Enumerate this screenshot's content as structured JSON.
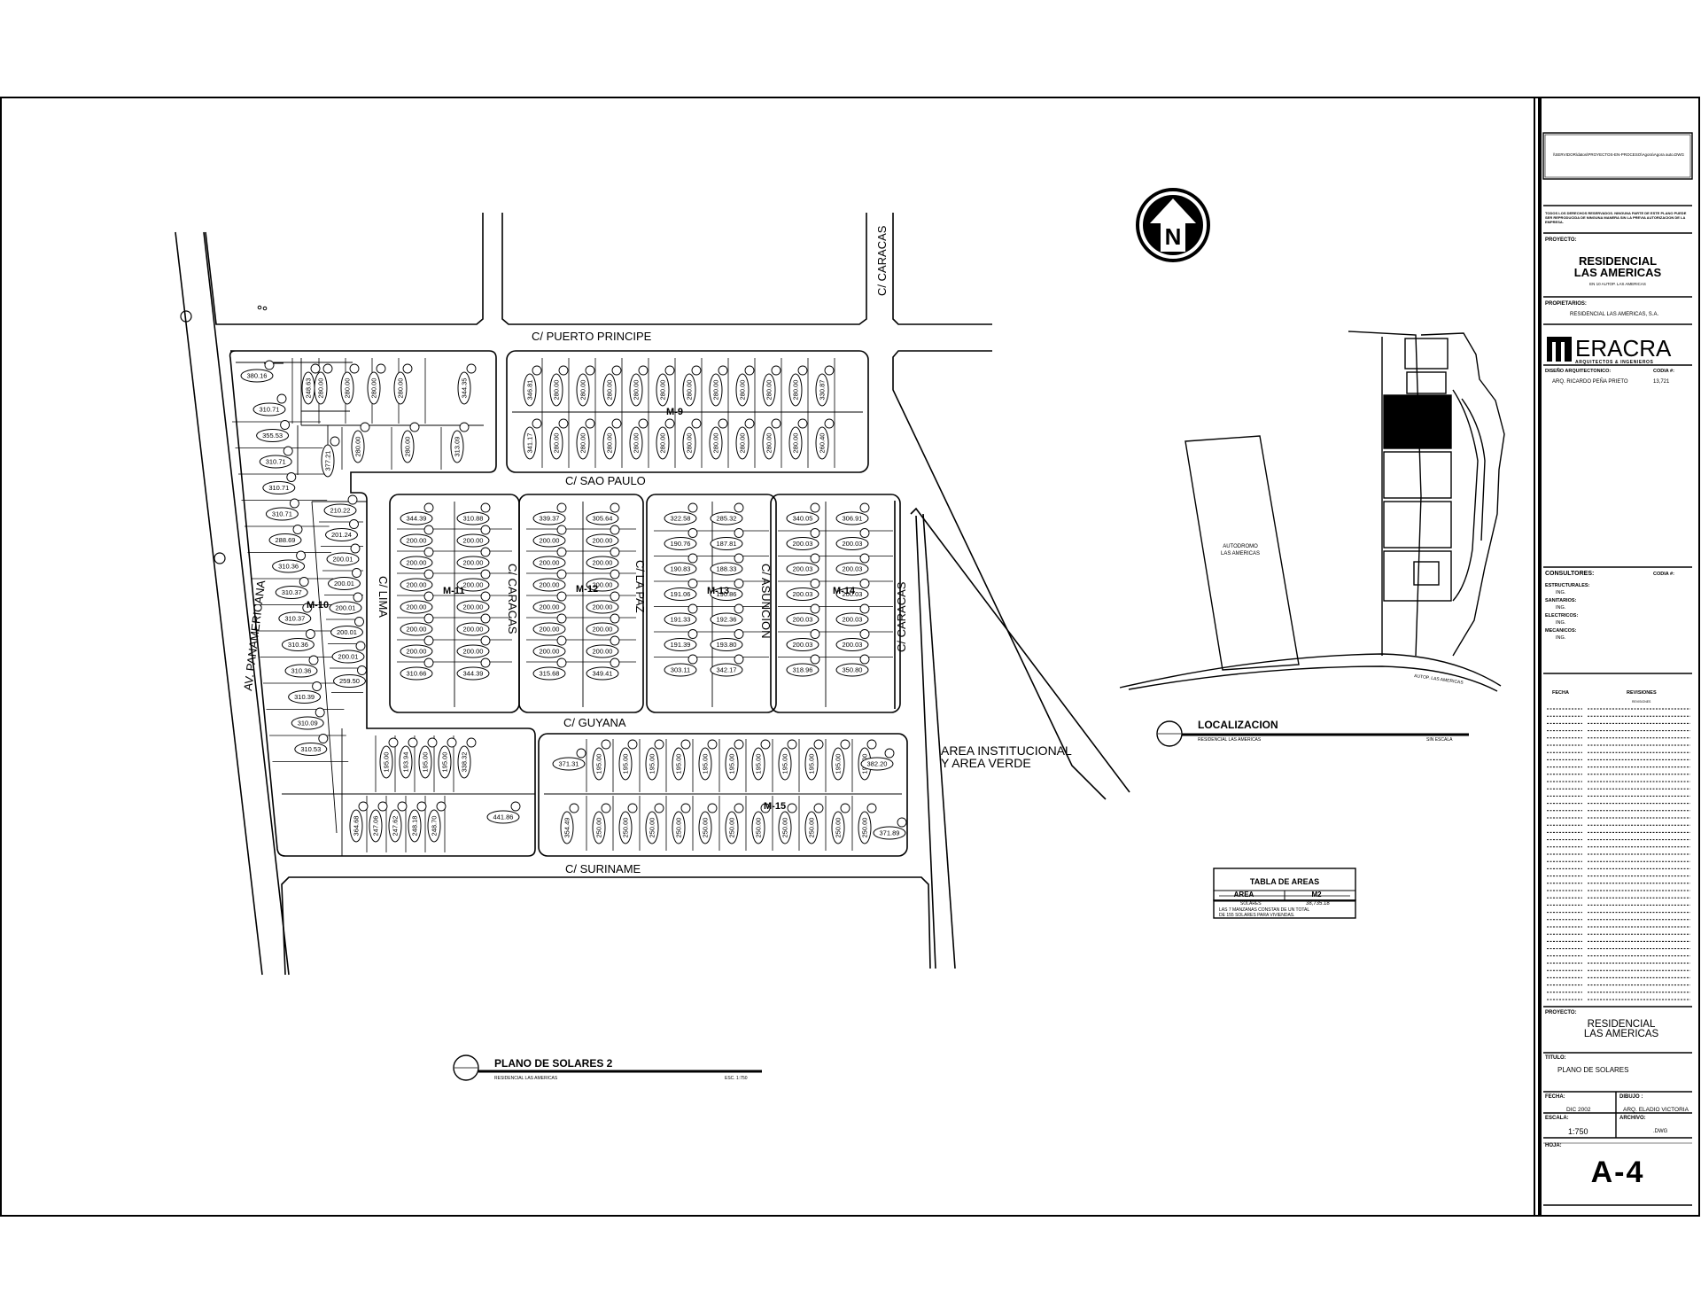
{
  "plan": {
    "streets": {
      "puerto_principe": "C/ PUERTO PRINCIPE",
      "sao_paulo": "C/ SAO PAULO",
      "guyana": "C/ GUYANA",
      "suriname": "C/ SURINAME",
      "caracas_top": "C/ CARACAS",
      "caracas_mid": "C/ CARACAS",
      "caracas_right": "C/ CARACAS",
      "lima": "C/ LIMA",
      "la_paz": "C/ LA PAZ",
      "asuncion": "C/ ASUNCION",
      "panamericana": "AV. PANAMERICANA"
    },
    "area_note": [
      "AREA INSTITUCIONAL",
      "Y AREA VERDE"
    ],
    "north_letter": "N",
    "blocks": {
      "m9": "M-9",
      "m10": "M-10",
      "m11": "M-11",
      "m12": "M-12",
      "m13": "M-13",
      "m14": "M-14",
      "m15": "M-15"
    },
    "lots": {
      "m9_top": [
        "346.81",
        "280.00",
        "280.00",
        "280.00",
        "280.00",
        "280.00",
        "280.00",
        "280.00",
        "280.00",
        "280.00",
        "280.00",
        "330.87"
      ],
      "m9_bottom": [
        "341.17",
        "280.00",
        "280.00",
        "280.00",
        "280.00",
        "280.00",
        "280.00",
        "280.00",
        "280.00",
        "280.00",
        "280.00",
        "260.40"
      ],
      "m10_left": [
        "380.16",
        "310.71",
        "355.53",
        "310.71",
        "310.71",
        "310.71",
        "288.69",
        "310.36",
        "310.37",
        "310.37",
        "310.36",
        "310.36",
        "310.39",
        "310.09",
        "310.53"
      ],
      "m10_top": [
        "248.63",
        "280.00",
        "280.00",
        "280.00",
        "280.00",
        "344.35"
      ],
      "m10_mid": [
        "377.21",
        "280.00",
        "280.00",
        "313.09"
      ],
      "m10_right": [
        "210.22",
        "201.24",
        "200.01",
        "200.01",
        "200.01",
        "200.01",
        "200.01",
        "259.50"
      ],
      "m11": [
        "344.39",
        "310.88",
        "200.00",
        "200.00",
        "200.00",
        "200.00",
        "200.00",
        "200.00",
        "200.00",
        "200.00",
        "200.00",
        "200.00",
        "200.00",
        "200.00",
        "310.66",
        "344.39"
      ],
      "m12": [
        "339.37",
        "305.64",
        "200.00",
        "200.00",
        "200.00",
        "200.00",
        "200.00",
        "200.00",
        "200.00",
        "200.00",
        "200.00",
        "200.00",
        "200.00",
        "200.00",
        "315.68",
        "349.41"
      ],
      "m13": [
        "322.58",
        "285.32",
        "190.76",
        "187.81",
        "190.83",
        "188.33",
        "191.06",
        "190.86",
        "191.33",
        "192.36",
        "191.39",
        "193.80",
        "303.11",
        "342.17"
      ],
      "m14": [
        "340.05",
        "306.91",
        "200.03",
        "200.03",
        "200.03",
        "200.03",
        "200.03",
        "200.03",
        "200.03",
        "200.03",
        "200.03",
        "200.03",
        "318.96",
        "350.80"
      ],
      "m10_bottom_top": [
        "195.00",
        "193.94",
        "195.00",
        "195.00",
        "338.32"
      ],
      "m10_bottom_bot": [
        "364.68",
        "247.06",
        "247.62",
        "248.18",
        "248.70",
        "441.86"
      ],
      "m15_top": [
        "371.31",
        "195.00",
        "195.00",
        "195.00",
        "195.00",
        "195.00",
        "195.00",
        "195.00",
        "195.00",
        "195.00",
        "195.00",
        "195.00",
        "382.20"
      ],
      "m15_bot": [
        "354.49",
        "250.00",
        "250.00",
        "250.00",
        "250.00",
        "250.00",
        "250.00",
        "250.00",
        "250.00",
        "250.00",
        "250.00",
        "250.00",
        "371.89"
      ]
    },
    "plan_title": "PLANO DE SOLARES 2",
    "plan_sub": "RESIDENCIAL LAS AMERICAS",
    "plan_scale": "ESC. 1:750"
  },
  "location": {
    "title": "LOCALIZACION",
    "sub": "RESIDENCIAL LAS AMERICAS",
    "scale": "SIN ESCALA",
    "autodromo": [
      "AUTODROMO",
      "LAS AMERICAS"
    ],
    "road": "AUTOP. LAS AMERICAS"
  },
  "areas_table": {
    "title": "TABLA DE AREAS",
    "col_area": "AREA",
    "col_m2": "M2",
    "row_label": "SOLARES",
    "row_value": "38,735.18",
    "note": [
      "LAS 7 MANZANAS CONSTAN DE UN TOTAL",
      "DE 155 SOLARES PARA VIVIENDAS."
    ]
  },
  "title_block": {
    "file_path": "\\\\SERVIDOR\\datos\\PROYECTOS-EN-PROCESO\\Agora\\Agora auto.DWG",
    "notice": [
      "TODOS LOS DERECHOS RESERVADOS. NINGUNA PARTE DE ESTE PLANO PUEDE",
      "SER REPRODUCIDA DE NINGUNA MANERA SIN LA PREVIA AUTORIZACION DE LA",
      "EMPRESA."
    ],
    "proyecto_label": "PROYECTO:",
    "project_name": [
      "RESIDENCIAL",
      "LAS AMERICAS"
    ],
    "project_location": "EN 10 AUTOP. LAS AMERICAS",
    "propietarios_label": "PROPIETARIOS:",
    "owner": "RESIDENCIAL LAS AMERICAS, S.A.",
    "logo": "ERACRA",
    "logo_sub": "ARQUITECTOS & INGENIEROS",
    "diseno_label": "DISEÑO ARQUITECTONICO:",
    "codia_label": "CODIA #:",
    "architect": "ARQ. RICARDO PEÑA PRIETO",
    "codia": "13,721",
    "consultores_label": "CONSULTORES:",
    "consultores_codia": "CODIA #:",
    "consultants": [
      {
        "label": "ESTRUCTURALES:",
        "value": "ING."
      },
      {
        "label": "SANITARIOS:",
        "value": "ING."
      },
      {
        "label": "ELECTRICOS:",
        "value": "ING."
      },
      {
        "label": "MECANICOS:",
        "value": "ING."
      }
    ],
    "fecha_col": "FECHA",
    "revisiones_col": "REVISIONES",
    "revisiones_sub": "REVISIONES",
    "proyecto_label_2": "PROYECTO:",
    "project_name_2": [
      "RESIDENCIAL",
      "LAS AMERICAS"
    ],
    "titulo_label": "TITULO:",
    "titulo": "PLANO DE SOLARES",
    "fecha_label": "FECHA:",
    "fecha": "DIC 2002",
    "dibujo_label": "DIBUJO :",
    "dibujo": "ARQ. ELADIO VICTORIA",
    "escala_label": "ESCALA:",
    "escala": "1:750",
    "archivo_label": "ARCHIVO:",
    "archivo": ".DWG",
    "hoja_label": "HOJA:",
    "hoja": "A-4"
  }
}
